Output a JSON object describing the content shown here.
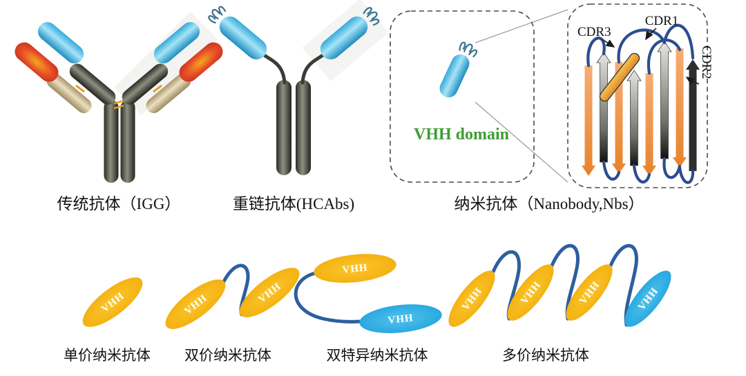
{
  "figure": {
    "labels": {
      "igg": "传统抗体（IGG）",
      "hcab": "重链抗体(HCAbs)",
      "nanobody": "纳米抗体（Nanobody,Nbs）",
      "vhh_domain": "VHH domain",
      "cdr1": "CDR1",
      "cdr2": "CDR2",
      "cdr3": "CDR3",
      "vhh": "VHH",
      "monovalent": "单价纳米抗体",
      "bivalent": "双价纳米抗体",
      "bispecific": "双特异纳米抗体",
      "multivalent": "多价纳米抗体"
    },
    "colors": {
      "vhh_blue": "#56c1e8",
      "heavy_gray": "#55554b",
      "light_tan": "#d8c69e",
      "variable_red": "#df3a23",
      "strand_orange": "#f0953e",
      "nanobody_yellow": "#f4b515",
      "linker_blue": "#2d5f9e",
      "vhh_green": "#3f9c35"
    }
  }
}
